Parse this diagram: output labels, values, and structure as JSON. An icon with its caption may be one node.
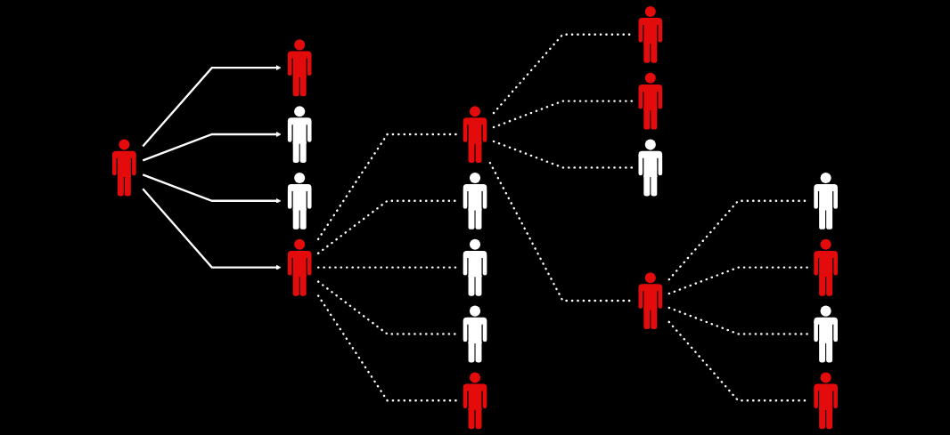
{
  "diagram": {
    "nodes": [
      {
        "text": [],
        "shape": "person"
      },
      {
        "text": [],
        "shape": "person"
      },
      {
        "text": [],
        "shape": "person"
      },
      {
        "text": [],
        "shape": "person"
      },
      {
        "text": [],
        "shape": "person"
      },
      {
        "text": [],
        "shape": "person"
      },
      {
        "text": [],
        "shape": "person"
      },
      {
        "text": [],
        "shape": "person"
      },
      {
        "text": [],
        "shape": "person"
      },
      {
        "text": [],
        "shape": "person"
      },
      {
        "text": [],
        "shape": "person"
      },
      {
        "text": [],
        "shape": "person"
      },
      {
        "text": [],
        "shape": "person"
      },
      {
        "text": [],
        "shape": "person"
      },
      {
        "text": [],
        "shape": "person"
      },
      {
        "text": [],
        "shape": "person"
      },
      {
        "text": [],
        "shape": "person"
      },
      {
        "text": [],
        "shape": "person"
      }
    ],
    "edges": [
      {
        "from": 0,
        "to": 1,
        "arrow": "to"
      },
      {
        "from": 0,
        "to": 2,
        "arrow": "to"
      },
      {
        "from": 0,
        "to": 3,
        "arrow": "to"
      },
      {
        "from": 0,
        "to": 4,
        "arrow": "to"
      },
      {
        "from": 4,
        "to": 5,
        "arrow": "none",
        "style": "dashed"
      },
      {
        "from": 4,
        "to": 8,
        "arrow": "none",
        "style": "dashed"
      },
      {
        "from": 4,
        "to": 9,
        "arrow": "none",
        "style": "dashed"
      },
      {
        "from": 4,
        "to": 6,
        "arrow": "none",
        "style": "dashed"
      },
      {
        "from": 4,
        "to": 7,
        "arrow": "none",
        "style": "dashed"
      },
      {
        "from": 5,
        "to": 10,
        "arrow": "none",
        "style": "dashed"
      },
      {
        "from": 5,
        "to": 11,
        "arrow": "none",
        "style": "dashed"
      },
      {
        "from": 5,
        "to": 12,
        "arrow": "none",
        "style": "dashed"
      },
      {
        "from": 5,
        "to": 13,
        "arrow": "none",
        "style": "dashed"
      },
      {
        "from": 13,
        "to": 14,
        "arrow": "none",
        "style": "dashed"
      },
      {
        "from": 13,
        "to": 15,
        "arrow": "none",
        "style": "dashed"
      },
      {
        "from": 13,
        "to": 16,
        "arrow": "none",
        "style": "dashed"
      },
      {
        "from": 13,
        "to": 17,
        "arrow": "none",
        "style": "dashed"
      }
    ]
  }
}
